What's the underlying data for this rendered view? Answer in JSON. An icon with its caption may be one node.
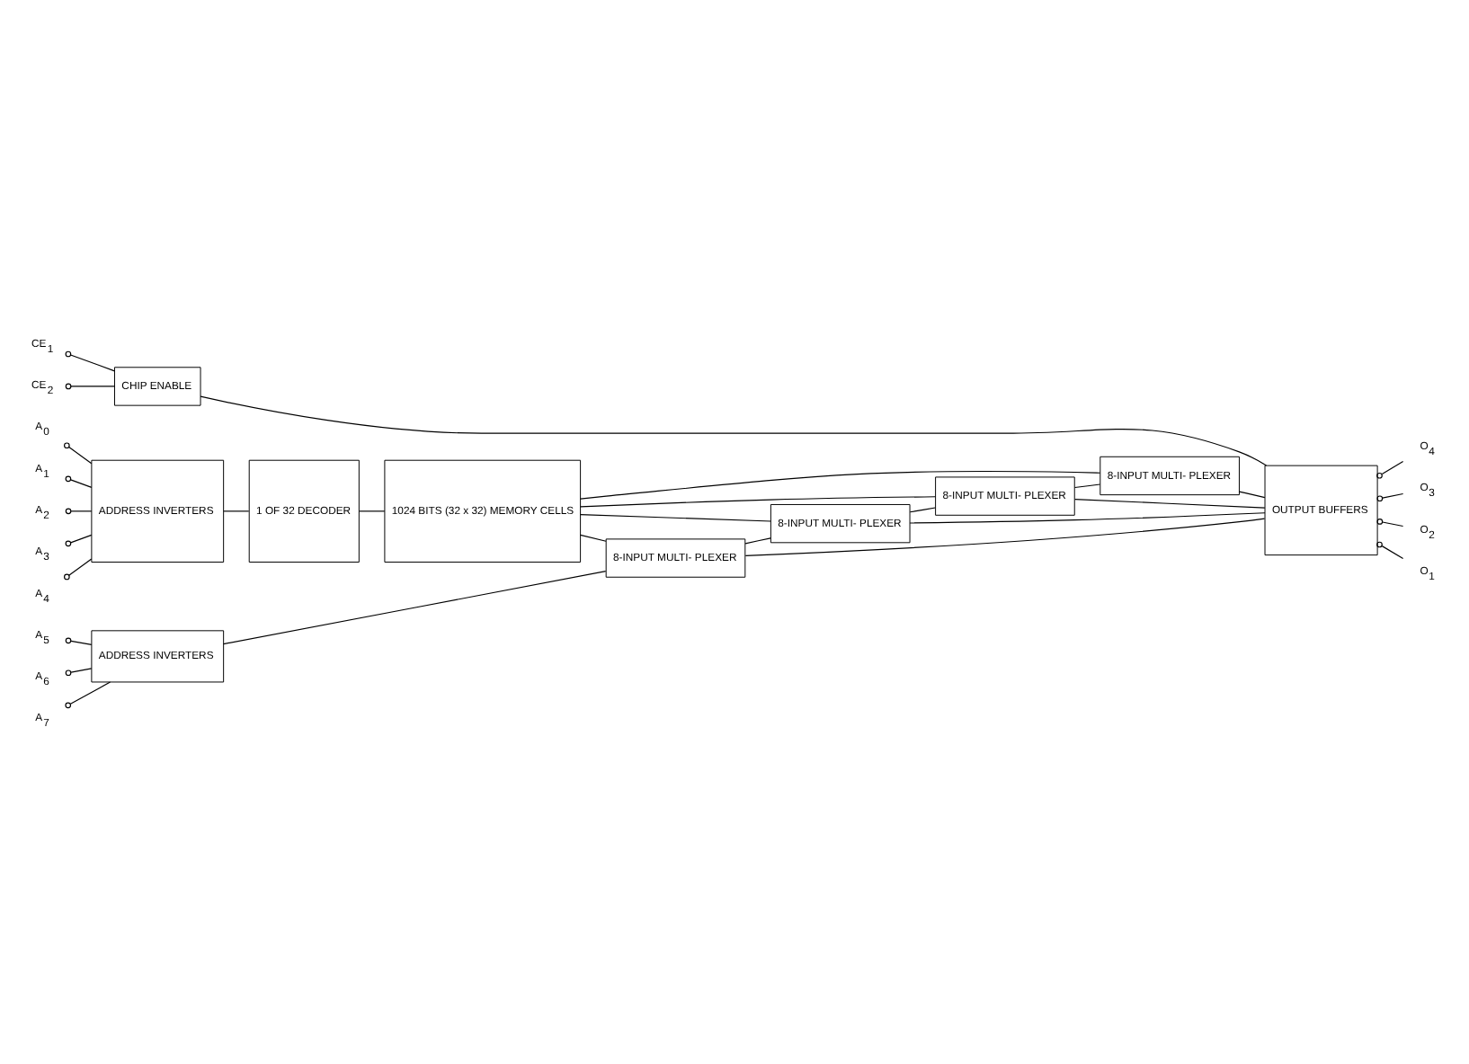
{
  "diagram": {
    "nodes": [
      {
        "text": [
          "A$_{0}$"
        ]
      },
      {
        "text": [
          "A$_{1}$"
        ]
      },
      {
        "text": [
          "A$_{2}$"
        ]
      },
      {
        "text": [
          "A$_{3}$"
        ]
      },
      {
        "text": [
          "A$_{4}$"
        ]
      },
      {
        "text": [
          "ADDRESS INVERTERS"
        ]
      },
      {
        "text": [
          "1 OF 32 DECODER"
        ]
      },
      {
        "text": [
          "1024 BITS (32 x 32) MEMORY CELLS"
        ]
      },
      {
        "text": [
          "A$_{5}$"
        ]
      },
      {
        "text": [
          "A$_{6}$"
        ]
      },
      {
        "text": [
          "A$_{7}$"
        ]
      },
      {
        "text": [
          "ADDRESS INVERTERS"
        ]
      },
      {
        "text": [
          "8-INPUT MULTI- PLEXER"
        ]
      },
      {
        "text": [
          "8-INPUT MULTI- PLEXER"
        ]
      },
      {
        "text": [
          "8-INPUT MULTI- PLEXER"
        ]
      },
      {
        "text": [
          "8-INPUT MULTI- PLEXER"
        ]
      },
      {
        "text": [
          "CE$_{1}$"
        ]
      },
      {
        "text": [
          "CE$_{2}$"
        ]
      },
      {
        "text": [
          "CHIP ENABLE"
        ]
      },
      {
        "text": [
          "OUTPUT BUFFERS"
        ]
      },
      {
        "text": [
          "O$_{4}$"
        ]
      },
      {
        "text": [
          "O$_{3}$"
        ]
      },
      {
        "text": [
          "O$_{2}$"
        ]
      },
      {
        "text": [
          "O$_{1}$"
        ]
      }
    ],
    "edges": [
      {
        "from": 0,
        "to": 5,
        "arrow": "other"
      },
      {
        "from": 1,
        "to": 5,
        "arrow": "other"
      },
      {
        "from": 2,
        "to": 5,
        "arrow": "other"
      },
      {
        "from": 3,
        "to": 5,
        "arrow": "other"
      },
      {
        "from": 4,
        "to": 5,
        "arrow": "other"
      },
      {
        "from": 5,
        "to": 6,
        "arrow": "none"
      },
      {
        "from": 6,
        "to": 7,
        "arrow": "none"
      },
      {
        "from": 8,
        "to": 11,
        "arrow": "other"
      },
      {
        "from": 9,
        "to": 11,
        "arrow": "other"
      },
      {
        "from": 10,
        "to": 11,
        "arrow": "other"
      },
      {
        "from": 7,
        "to": 12,
        "arrow": "none"
      },
      {
        "from": 7,
        "to": 13,
        "arrow": "none"
      },
      {
        "from": 7,
        "to": 14,
        "arrow": "none"
      },
      {
        "from": 7,
        "to": 15,
        "arrow": "none"
      },
      {
        "from": 11,
        "to": 12,
        "arrow": "none"
      },
      {
        "from": 12,
        "to": 13,
        "arrow": "none"
      },
      {
        "from": 13,
        "to": 14,
        "arrow": "none"
      },
      {
        "from": 14,
        "to": 15,
        "arrow": "none"
      },
      {
        "from": 16,
        "to": 18,
        "arrow": "other"
      },
      {
        "from": 17,
        "to": 18,
        "arrow": "other"
      },
      {
        "from": 12,
        "to": 19,
        "arrow": "none"
      },
      {
        "from": 13,
        "to": 19,
        "arrow": "none"
      },
      {
        "from": 14,
        "to": 19,
        "arrow": "none"
      },
      {
        "from": 15,
        "to": 19,
        "arrow": "none"
      },
      {
        "from": 18,
        "to": 19,
        "arrow": "none"
      },
      {
        "from": 19,
        "to": 20,
        "arrow": "other"
      },
      {
        "from": 19,
        "to": 21,
        "arrow": "other"
      },
      {
        "from": 19,
        "to": 22,
        "arrow": "other"
      },
      {
        "from": 19,
        "to": 23,
        "arrow": "other"
      }
    ]
  }
}
